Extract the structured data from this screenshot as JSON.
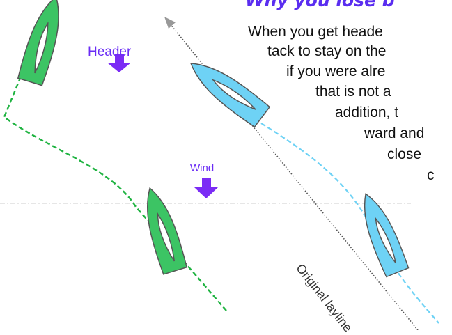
{
  "title": "Why you lose b",
  "body_lines": [
    "When you get heade",
    "tack to stay on the",
    "if you were alre",
    "that is not a",
    "addition, t",
    "ward and",
    "close",
    "c"
  ],
  "labels": {
    "header": "Header",
    "wind": "Wind",
    "original_layline": "Original layline"
  },
  "colors": {
    "title": "#5a2df0",
    "arrow": "#7b2cf5",
    "green_boat": "#3cc464",
    "blue_boat": "#6ed2f5",
    "green_track": "#1fb341",
    "blue_track": "#6ed2f5",
    "layline": "#555555",
    "wind_line": "#cccccc"
  },
  "icons": [
    "green-sailboat-icon",
    "blue-sailboat-icon",
    "down-arrow-icon",
    "up-arrow-icon"
  ]
}
